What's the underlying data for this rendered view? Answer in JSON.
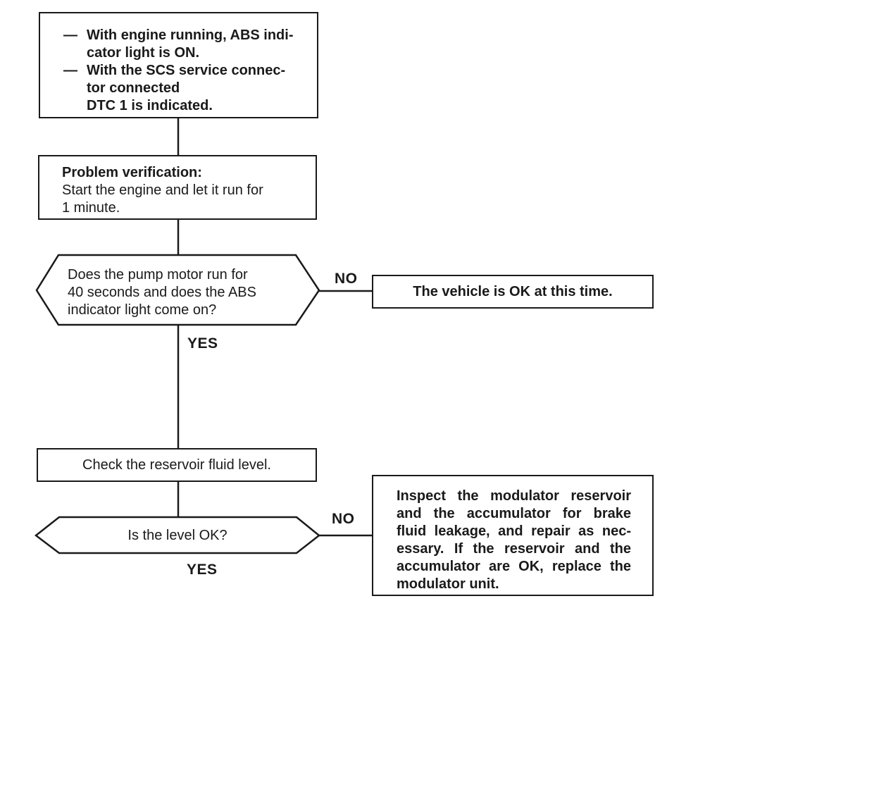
{
  "page": {
    "background": "#ffffff",
    "ink": "#1a1a1a"
  },
  "flowchart": {
    "symptom_box": {
      "items": [
        {
          "marker": "—",
          "lines": [
            "With engine running, ABS indi-",
            "cator light is ON."
          ]
        },
        {
          "marker": "—",
          "lines": [
            "With the SCS service connec-",
            "tor connected",
            "DTC 1 is indicated."
          ]
        }
      ]
    },
    "verification_box": {
      "title": "Problem verification:",
      "lines": [
        "Start the engine and let it run for",
        "1 minute."
      ]
    },
    "decision_pump_motor": {
      "lines": [
        "Does the pump motor run for",
        "40 seconds and does the ABS",
        "indicator light come on?"
      ]
    },
    "vehicle_ok_box": {
      "text": "The vehicle is OK at this time."
    },
    "check_reservoir_box": {
      "text": "Check the reservoir fluid level."
    },
    "decision_level_ok": {
      "text": "Is the level OK?"
    },
    "inspect_modulator_box": {
      "lines": [
        "Inspect the modulator reservoir",
        "and the accumulator for brake",
        "fluid leakage, and repair as nec-",
        "essary. If the reservoir and the",
        "accumulator are OK, replace the",
        "modulator unit."
      ]
    },
    "labels": {
      "no1": "NO",
      "yes1": "YES",
      "no2": "NO",
      "yes2": "YES"
    }
  }
}
